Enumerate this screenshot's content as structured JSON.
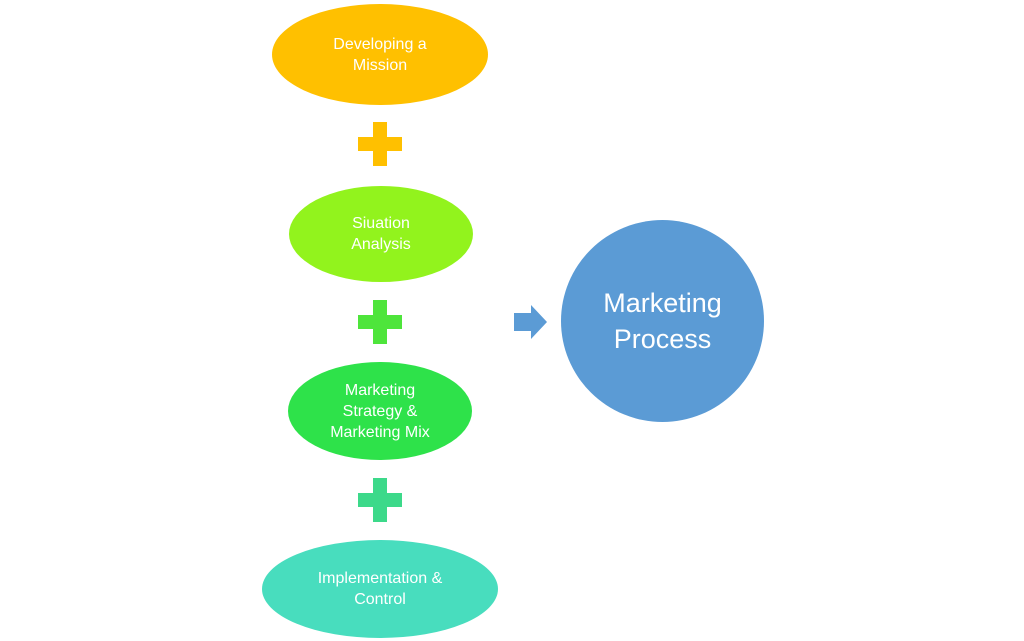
{
  "nodes": [
    {
      "label": "Developing a\nMission",
      "color": "#FFC000"
    },
    {
      "label": "Siuation\nAnalysis",
      "color": "#92F31D"
    },
    {
      "label": "Marketing\nStrategy &\nMarketing Mix",
      "color": "#2EE24A"
    },
    {
      "label": "Implementation &\nControl",
      "color": "#48DDBE"
    }
  ],
  "plus_colors": [
    "#FFC000",
    "#4EE53B",
    "#3CD98A"
  ],
  "arrow_color": "#5B9BD5",
  "result": {
    "label": "Marketing\nProcess",
    "color": "#5B9BD5"
  }
}
